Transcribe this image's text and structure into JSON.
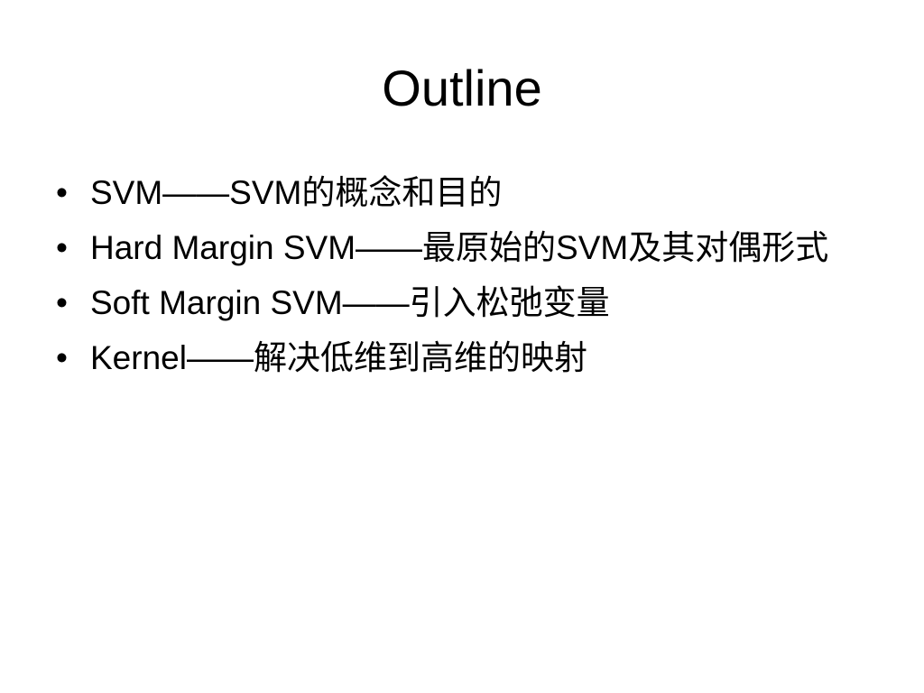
{
  "slide": {
    "title": "Outline",
    "bullet_symbol": "•",
    "items": [
      {
        "text": "SVM——SVM的概念和目的"
      },
      {
        "text": "Hard Margin SVM——最原始的SVM及其对偶形式"
      },
      {
        "text": "Soft Margin SVM——引入松弛变量"
      },
      {
        "text": "Kernel——解决低维到高维的映射"
      }
    ]
  }
}
